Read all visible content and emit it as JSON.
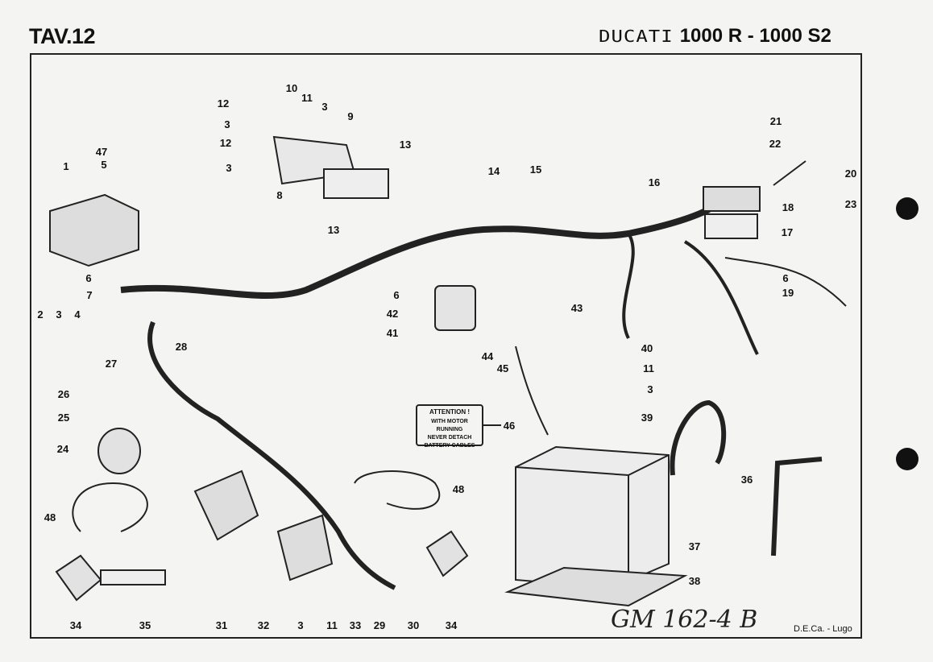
{
  "header": {
    "plate": "TAV.12",
    "brand_logo": "DUCATI",
    "models": "1000 R - 1000 S2"
  },
  "sign": {
    "line1": "ATTENTION !",
    "line2": "WITH MOTOR RUNNING",
    "line3": "NEVER DETACH",
    "line4": "BATTERY CABLES"
  },
  "footer": {
    "handwritten": "GM 162-4 B",
    "credit": "D.E.Ca. - Lugo"
  },
  "callouts": [
    "10",
    "11",
    "3",
    "12",
    "3",
    "9",
    "12",
    "3",
    "13",
    "8",
    "13",
    "47",
    "5",
    "1",
    "14",
    "15",
    "16",
    "21",
    "22",
    "20",
    "23",
    "18",
    "17",
    "6",
    "19",
    "6",
    "7",
    "2",
    "3",
    "4",
    "6",
    "42",
    "41",
    "43",
    "44",
    "45",
    "40",
    "11",
    "3",
    "39",
    "46",
    "27",
    "28",
    "26",
    "25",
    "24",
    "36",
    "48",
    "48",
    "37",
    "38",
    "34",
    "35",
    "31",
    "32",
    "3",
    "11",
    "33",
    "29",
    "30",
    "34"
  ]
}
